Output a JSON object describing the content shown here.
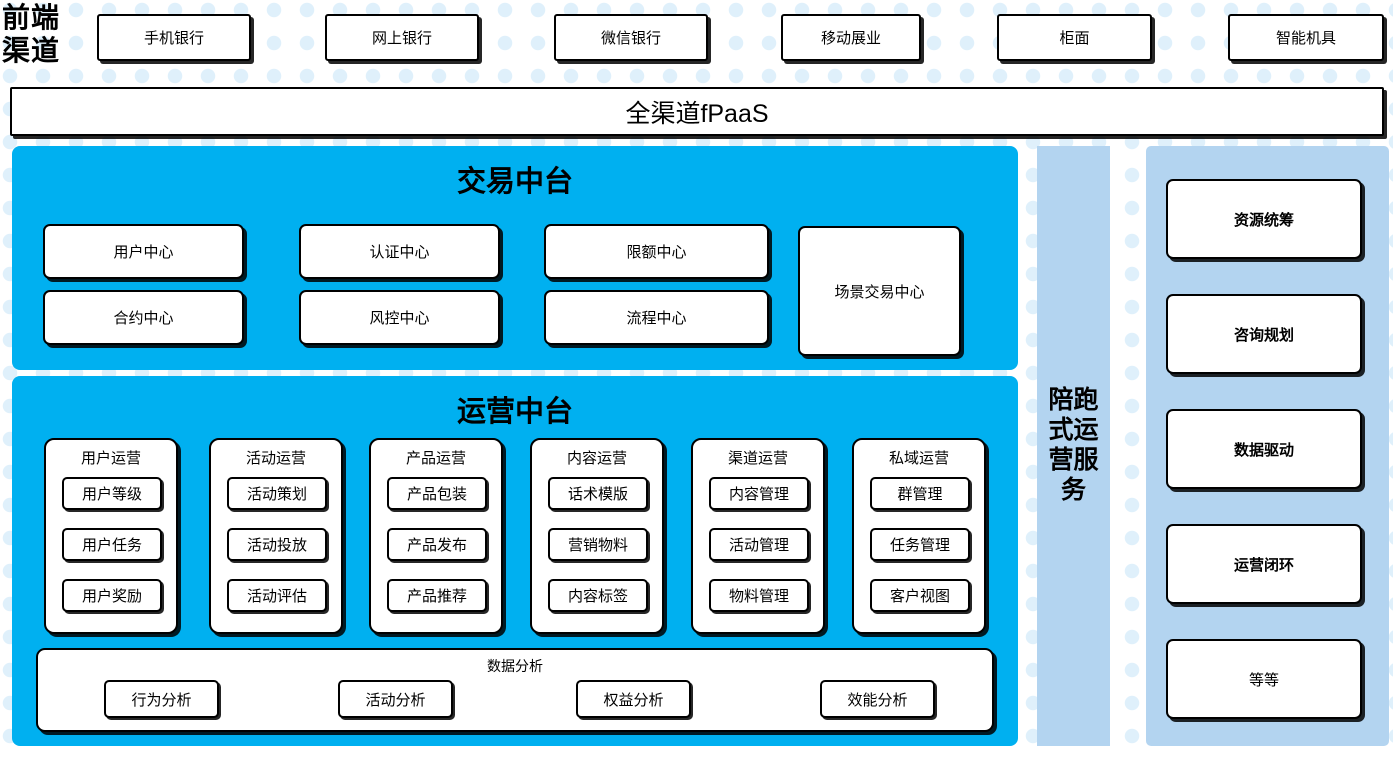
{
  "front_channel": {
    "label": "前端\n渠道",
    "label_line1": "前端",
    "label_line2": "渠道",
    "items": [
      {
        "label": "手机银行"
      },
      {
        "label": "网上银行"
      },
      {
        "label": "微信银行"
      },
      {
        "label": "移动展业"
      },
      {
        "label": "柜面"
      },
      {
        "label": "智能机具"
      }
    ]
  },
  "fpaas": {
    "label": "全渠道fPaaS"
  },
  "trade_center": {
    "title": "交易中台",
    "items": [
      {
        "label": "用户中心"
      },
      {
        "label": "认证中心"
      },
      {
        "label": "限额中心"
      },
      {
        "label": "合约中心"
      },
      {
        "label": "风控中心"
      },
      {
        "label": "流程中心"
      }
    ],
    "scene_box": {
      "label": "场景交易中心"
    }
  },
  "operation_center": {
    "title": "运营中台",
    "columns": [
      {
        "title": "用户运营",
        "items": [
          "用户等级",
          "用户任务",
          "用户奖励"
        ]
      },
      {
        "title": "活动运营",
        "items": [
          "活动策划",
          "活动投放",
          "活动评估"
        ]
      },
      {
        "title": "产品运营",
        "items": [
          "产品包装",
          "产品发布",
          "产品推荐"
        ]
      },
      {
        "title": "内容运营",
        "items": [
          "话术模版",
          "营销物料",
          "内容标签"
        ]
      },
      {
        "title": "渠道运营",
        "items": [
          "内容管理",
          "活动管理",
          "物料管理"
        ]
      },
      {
        "title": "私域运营",
        "items": [
          "群管理",
          "任务管理",
          "客户视图"
        ]
      }
    ],
    "data_analysis": {
      "title": "数据分析",
      "items": [
        "行为分析",
        "活动分析",
        "权益分析",
        "效能分析"
      ]
    }
  },
  "service_strip": {
    "label": "陪跑式运营服务"
  },
  "right_panel": {
    "items": [
      {
        "label": "资源统筹",
        "bold": true
      },
      {
        "label": "咨询规划",
        "bold": true
      },
      {
        "label": "数据驱动",
        "bold": true
      },
      {
        "label": "运营闭环",
        "bold": true
      },
      {
        "label": "等等",
        "bold": false
      }
    ]
  },
  "colors": {
    "cyan": "#00b0f0",
    "light_blue": "#b3d4f0",
    "dot_blue": "#dff0fb",
    "box_border": "#000000",
    "box_fill": "#ffffff"
  }
}
